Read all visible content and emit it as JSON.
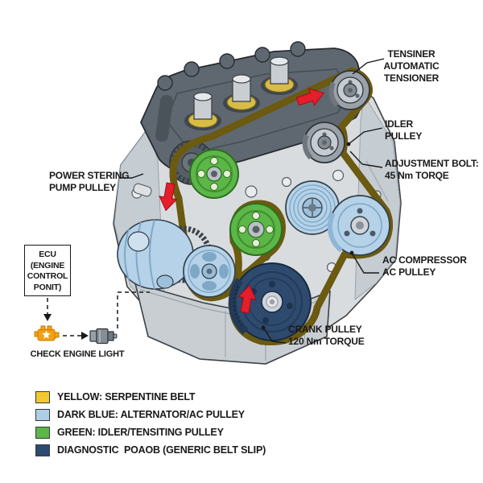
{
  "callouts": {
    "tensioner": {
      "l1": "TENSINER",
      "l2": "AUTOMATIC",
      "l3": "TENSIONER"
    },
    "idler": {
      "l1": "IDLER",
      "l2": "PULLEY"
    },
    "adjustment_bolt": {
      "l1": "ADJUSTMENT BOLT:",
      "l2": "45 Nm TORQE"
    },
    "ac_compressor": {
      "l1": "AC COMPRESSOR",
      "l2": "AC PULLEY"
    },
    "crank": {
      "l1": "CRANK PULLEY",
      "l2": "120 Nm TORQUE"
    },
    "power_steering": {
      "l1": "POWER STERING",
      "l2": "PUMP PULLEY"
    }
  },
  "ecu": {
    "l1": "ECU",
    "l2": "(ENGINE",
    "l3": "CONTROL",
    "l4": "PONIT)"
  },
  "check_engine_label": "CHECK ENGINE LIGHT",
  "legend": {
    "items": [
      {
        "color": "#f2c832",
        "label": "YELLOW: SERPENTINE BELT"
      },
      {
        "color": "#aecde6",
        "label": "DARK BLUE: ALTERNATOR/AC PULLEY"
      },
      {
        "color": "#5cb648",
        "label": "GREEN: IDLER/TENSITING PULLEY"
      },
      {
        "color": "#2d4a70",
        "label": "DIAGNOSTIC  POAOB (GENERIC BELT SLIP)"
      }
    ]
  },
  "colors": {
    "belt_yellow": "#f0c832",
    "pulley_light_blue": "#b5d2e8",
    "pulley_green": "#5cb648",
    "crank_navy": "#2e4a6e",
    "arrow_red": "#e41e2a",
    "warning_orange": "#f59f12",
    "outline_dark": "#2f353b"
  }
}
